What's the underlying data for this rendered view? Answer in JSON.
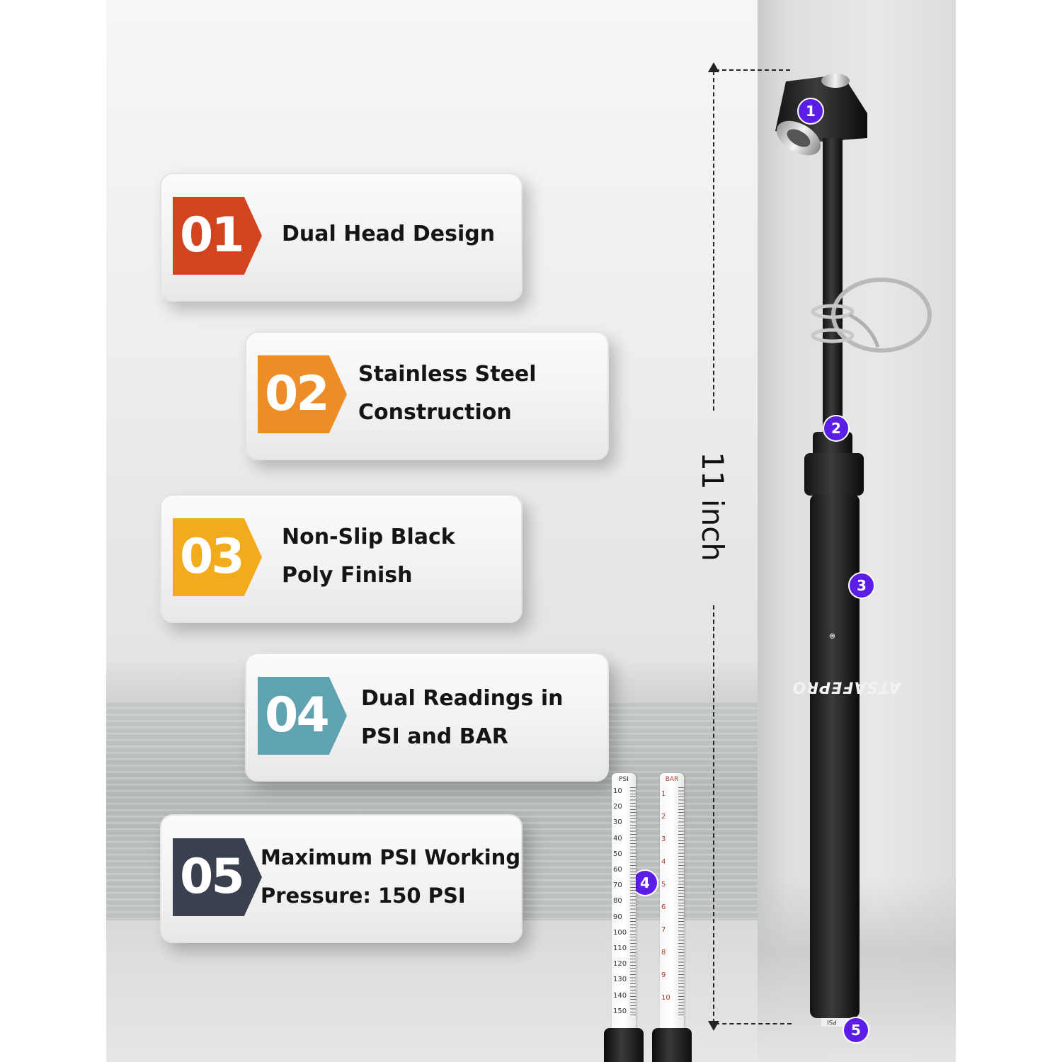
{
  "features": [
    {
      "number": "01",
      "lines": [
        "Dual Head Design"
      ],
      "color": "#d2431f"
    },
    {
      "number": "02",
      "lines": [
        "Stainless Steel",
        "Construction"
      ],
      "color": "#ee8d26"
    },
    {
      "number": "03",
      "lines": [
        "Non-Slip Black",
        "Poly Finish"
      ],
      "color": "#f2ab1c"
    },
    {
      "number": "04",
      "lines": [
        "Dual Readings in",
        "PSI and BAR"
      ],
      "color": "#5fa3b3"
    },
    {
      "number": "05",
      "lines": [
        "Maximum PSI Working",
        "Pressure: 150 PSI"
      ],
      "color": "#3a404d"
    }
  ],
  "dimension": {
    "label": "11 inch"
  },
  "markers": [
    "1",
    "2",
    "3",
    "4",
    "5"
  ],
  "tool": {
    "brand": "ATSAFEPRO",
    "trademark": "®",
    "end_label": "PSI"
  },
  "psi_scale": {
    "unit": "PSI",
    "labels": [
      "10",
      "20",
      "30",
      "40",
      "50",
      "60",
      "70",
      "80",
      "90",
      "100",
      "110",
      "120",
      "130",
      "140",
      "150"
    ]
  },
  "bar_scale": {
    "unit": "BAR",
    "labels": [
      "1",
      "2",
      "3",
      "4",
      "5",
      "6",
      "7",
      "8",
      "9",
      "10"
    ]
  },
  "colors": {
    "marker": "#5b1ee6",
    "text": "#151515"
  }
}
